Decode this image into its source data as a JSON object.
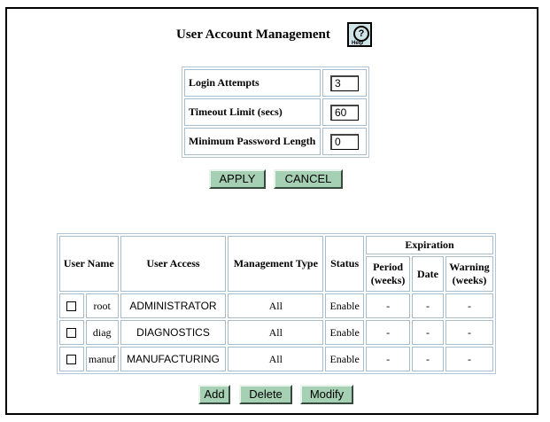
{
  "page": {
    "title": "User Account Management",
    "help_label": "Help"
  },
  "settings": {
    "rows": [
      {
        "label": "Login Attempts",
        "value": "3"
      },
      {
        "label": "Timeout Limit (secs)",
        "value": "60"
      },
      {
        "label": "Minimum Password Length",
        "value": "0"
      }
    ]
  },
  "settings_buttons": {
    "apply": "APPLY",
    "cancel": "CANCEL"
  },
  "users_table": {
    "headers": {
      "user_name": "User Name",
      "user_access": "User Access",
      "management_type": "Management Type",
      "status": "Status",
      "expiration": "Expiration",
      "period": "Period (weeks)",
      "date": "Date",
      "warning": "Warning (weeks)"
    },
    "rows": [
      {
        "name": "root",
        "access": "ADMINISTRATOR",
        "mgmt": "All",
        "status": "Enable",
        "period": "-",
        "date": "-",
        "warning": "-"
      },
      {
        "name": "diag",
        "access": "DIAGNOSTICS",
        "mgmt": "All",
        "status": "Enable",
        "period": "-",
        "date": "-",
        "warning": "-"
      },
      {
        "name": "manuf",
        "access": "MANUFACTURING",
        "mgmt": "All",
        "status": "Enable",
        "period": "-",
        "date": "-",
        "warning": "-"
      }
    ]
  },
  "user_buttons": {
    "add": "Add",
    "delete": "Delete",
    "modify": "Modify"
  }
}
